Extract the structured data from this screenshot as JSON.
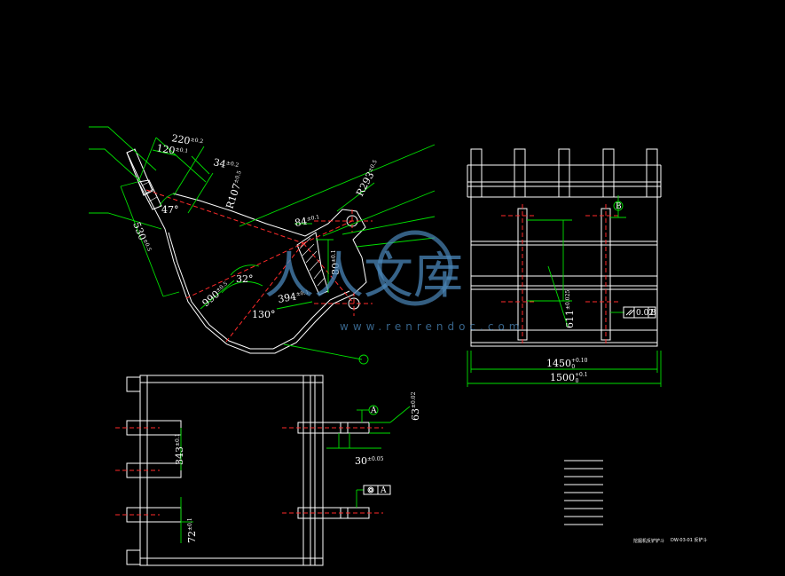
{
  "side_view": {
    "dims": {
      "d220": "220",
      "d220_tol": "±0.2",
      "d120": "120",
      "d120_tol": "±0.1",
      "d34": "34",
      "d34_tol": "±0.2",
      "r107": "R107",
      "r107_tol": "±0.5",
      "r293": "R293",
      "r293_tol": "±0.5",
      "d84": "84",
      "d84_tol": "±0.1",
      "d80": "80",
      "d80_tol": "±0.1",
      "d530": "530",
      "d530_tol": "±0.5",
      "d990": "990",
      "d990_tol": "±0.5",
      "d394": "394",
      "d394_tol": "±0.1",
      "a47": "47°",
      "a32": "32°",
      "a130": "130°"
    }
  },
  "front_view": {
    "dims": {
      "d611": "611",
      "d611_tol": "±0.025",
      "d1450": "1450",
      "d1450_tol": "+0.10",
      "d1450_sub": "0",
      "d1500": "1500",
      "d1500_tol": "+0.1",
      "d1500_sub": "0",
      "datum_B": "B",
      "parallel_tol": "0.02",
      "parallel_ref": "B"
    }
  },
  "top_view": {
    "dims": {
      "d63": "63",
      "d63_tol": "±0.02",
      "d343": "343",
      "d343_tol": "±0.1",
      "d30": "30",
      "d30_tol": "±0.05",
      "d72": "72",
      "d72_tol": "±0.1",
      "datum_A": "A",
      "coax_ref": "A"
    }
  },
  "title_block": {
    "name": "挖掘机反铲铲斗",
    "code": "DW-03-01 反铲斗"
  },
  "watermark": {
    "text": "人人文库",
    "url": "www.renrendoc.com"
  }
}
